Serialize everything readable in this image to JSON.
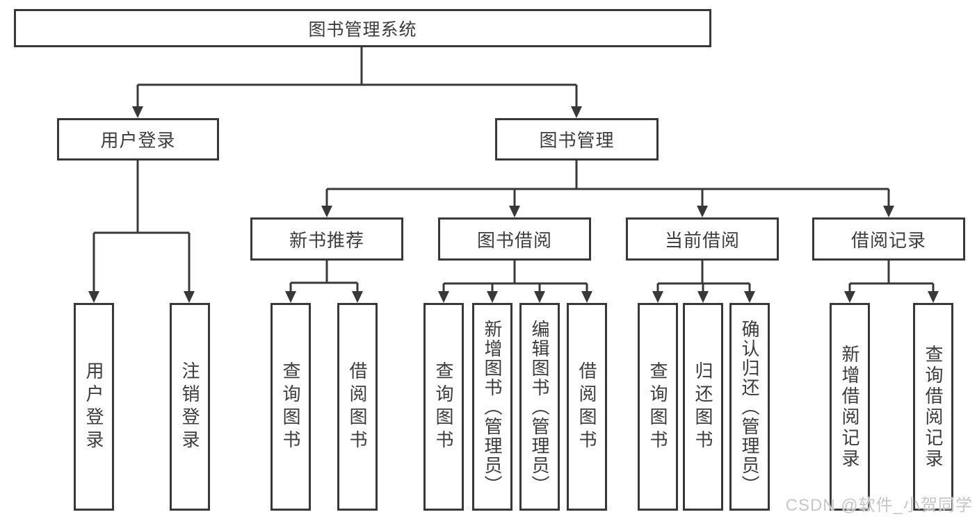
{
  "tree": {
    "root": {
      "label": "图书管理系统",
      "children": [
        {
          "label": "用户登录",
          "children": [
            {
              "label": "用户登录"
            },
            {
              "label": "注销登录"
            }
          ]
        },
        {
          "label": "图书管理",
          "children": [
            {
              "label": "新书推荐",
              "children": [
                {
                  "label": "查询图书"
                },
                {
                  "label": "借阅图书"
                }
              ]
            },
            {
              "label": "图书借阅",
              "children": [
                {
                  "label": "查询图书"
                },
                {
                  "label": "新增图书（管理员）"
                },
                {
                  "label": "编辑图书（管理员）"
                },
                {
                  "label": "借阅图书"
                }
              ]
            },
            {
              "label": "当前借阅",
              "children": [
                {
                  "label": "查询图书"
                },
                {
                  "label": "归还图书"
                },
                {
                  "label": "确认归还（管理员）"
                }
              ]
            },
            {
              "label": "借阅记录",
              "children": [
                {
                  "label": "新增借阅记录"
                },
                {
                  "label": "查询借阅记录"
                }
              ]
            }
          ]
        }
      ]
    }
  },
  "watermark": {
    "text": "CSDN @软件_小贺同学"
  },
  "colors": {
    "line": "#383838",
    "text": "#3c3c3c",
    "watermark": "#c6c6c6",
    "background": "#ffffff"
  }
}
